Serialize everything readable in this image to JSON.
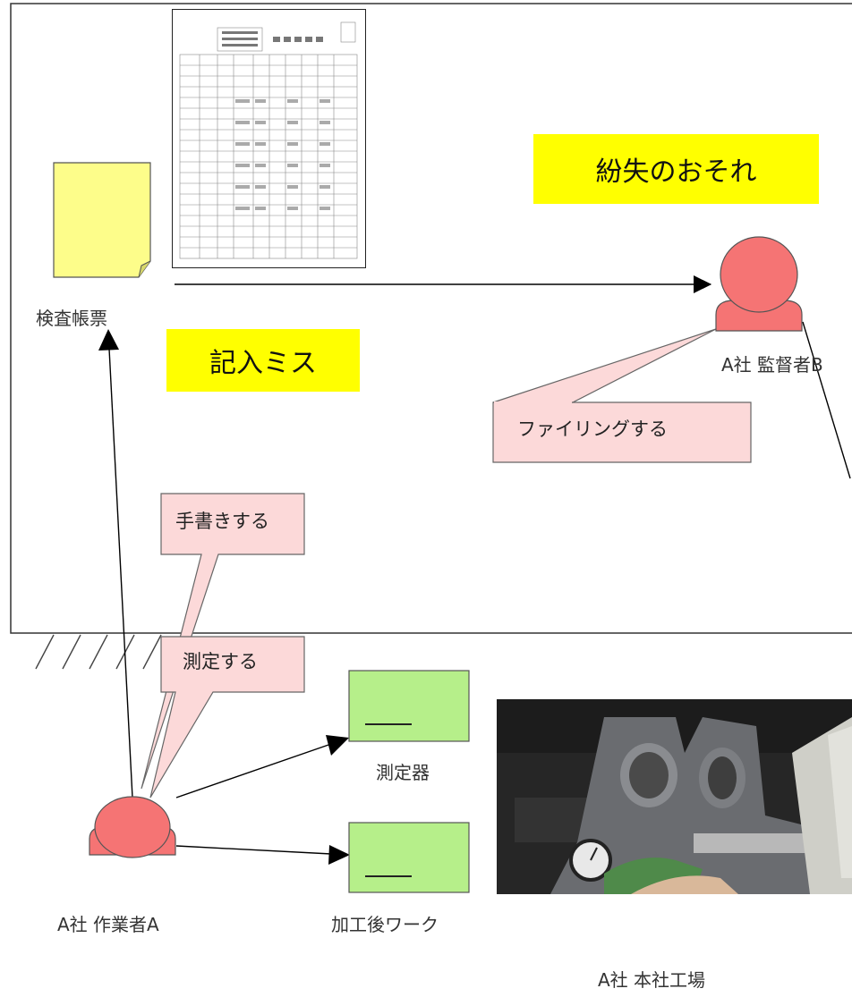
{
  "diagram": {
    "factory_label": "A社 本社工場",
    "document_label": "検査帳票",
    "warnings": {
      "loss": "紛失のおそれ",
      "entry_error": "記入ミス"
    },
    "actors": {
      "worker": "A社 作業者A",
      "supervisor": "A社 監督者B"
    },
    "callouts": {
      "handwrite": "手書きする",
      "measure": "測定する",
      "filing": "ファイリングする"
    },
    "objects": {
      "gauge": "測定器",
      "workpiece": "加工後ワーク"
    }
  },
  "colors": {
    "actor_fill": "#f57474",
    "document_fill": "#fdfd8a",
    "object_fill": "#b6ef8a",
    "callout_fill": "#fcd9d9",
    "warning_fill": "#ffff00"
  }
}
